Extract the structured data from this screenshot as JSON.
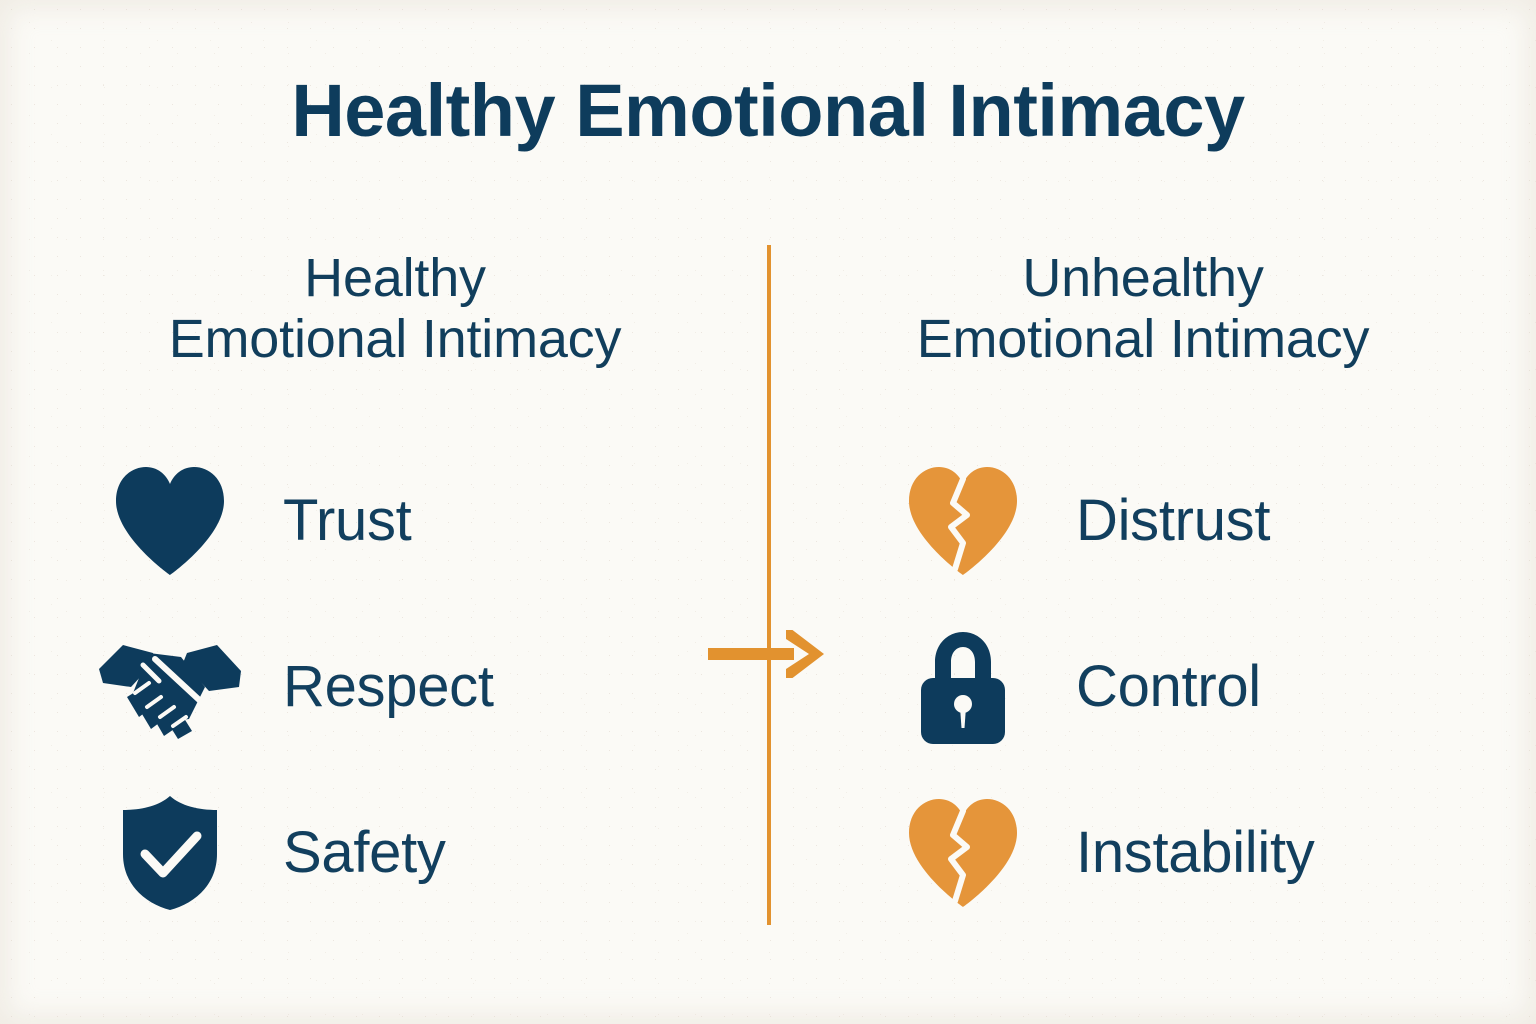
{
  "title": "Healthy Emotional Intimacy",
  "colors": {
    "background": "#fbfaf6",
    "navy": "#0e3c5c",
    "orange": "#e2922f",
    "icon_navy": "#0d3b5c",
    "icon_orange": "#e5953a"
  },
  "divider": {
    "orientation": "vertical",
    "color": "#e2922f"
  },
  "arrow": {
    "direction": "right",
    "color": "#e2922f",
    "name": "transition-arrow"
  },
  "columns": [
    {
      "id": "healthy",
      "heading_line1": "Healthy",
      "heading_line2": "Emotional Intimacy",
      "items": [
        {
          "label": "Trust",
          "icon": "heart-icon",
          "icon_color": "#0d3b5c"
        },
        {
          "label": "Respect",
          "icon": "handshake-icon",
          "icon_color": "#0d3b5c"
        },
        {
          "label": "Safety",
          "icon": "shield-check-icon",
          "icon_color": "#0d3b5c"
        }
      ]
    },
    {
      "id": "unhealthy",
      "heading_line1": "Unhealthy",
      "heading_line2": "Emotional Intimacy",
      "items": [
        {
          "label": "Distrust",
          "icon": "broken-heart-icon",
          "icon_color": "#e5953a"
        },
        {
          "label": "Control",
          "icon": "lock-icon",
          "icon_color": "#0d3b5c"
        },
        {
          "label": "Instability",
          "icon": "broken-heart-icon",
          "icon_color": "#e5953a"
        }
      ]
    }
  ]
}
